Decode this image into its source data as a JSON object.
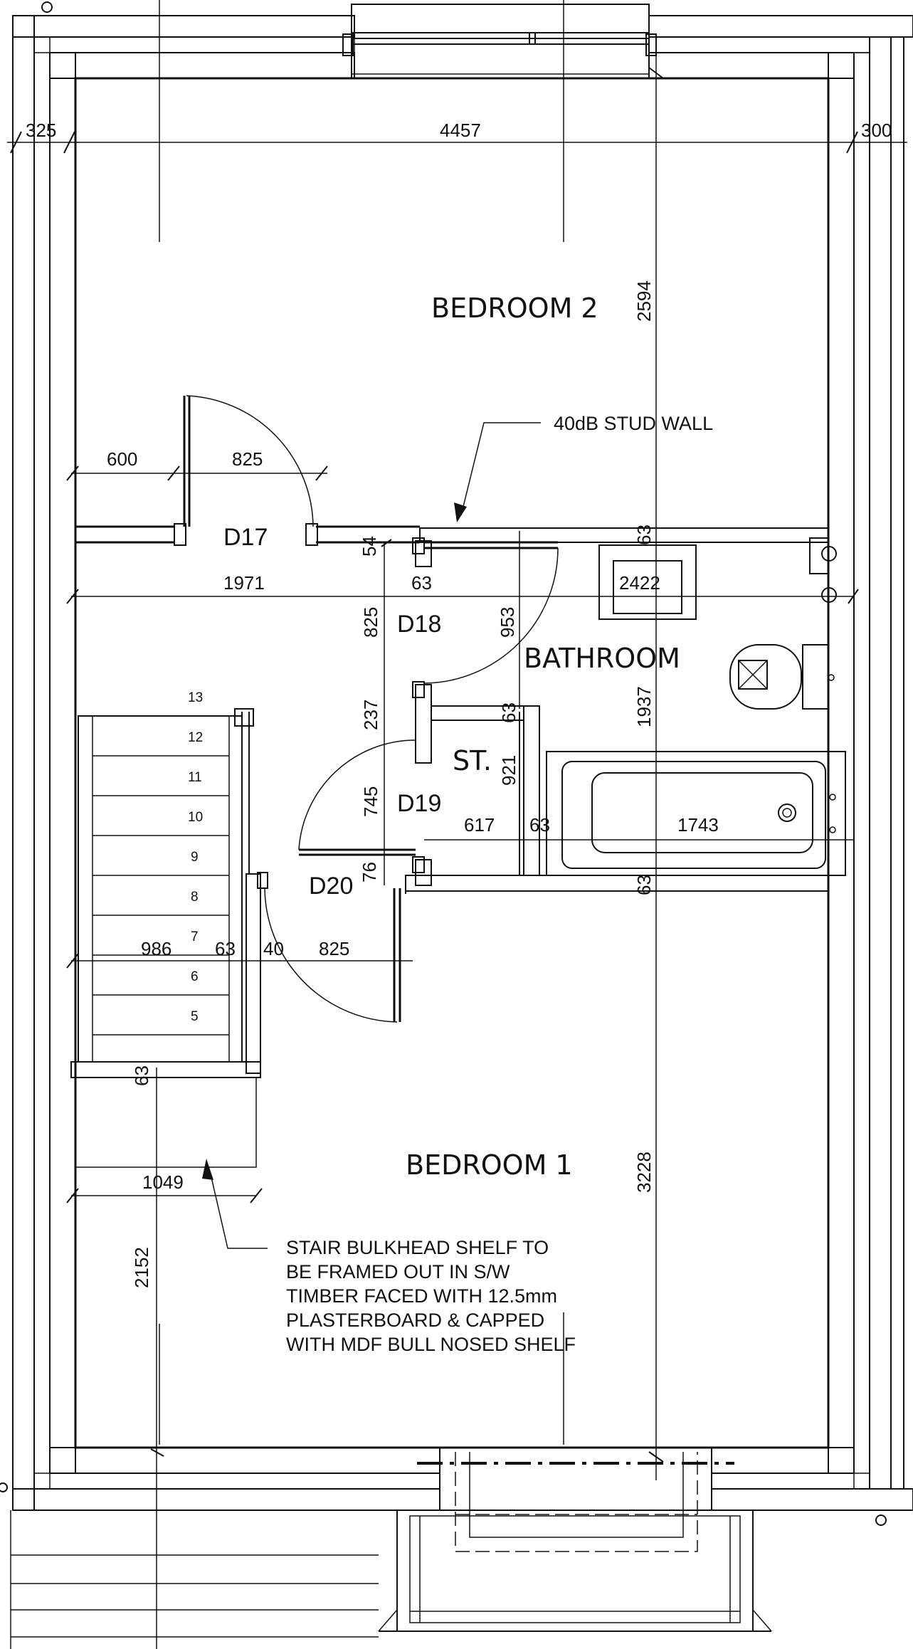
{
  "rooms": {
    "bedroom_2": "BEDROOM 2",
    "bedroom_1": "BEDROOM 1",
    "bathroom": "BATHROOM",
    "store": "ST."
  },
  "doors": {
    "d17": "D17",
    "d18": "D18",
    "d19": "D19",
    "d20": "D20"
  },
  "dimensions": {
    "d325": "325",
    "d4457": "4457",
    "d300": "300",
    "d2594": "2594",
    "d600": "600",
    "d825_top": "825",
    "d54": "54",
    "d63_top": "63",
    "d1971": "1971",
    "d63_d18": "63",
    "d2422": "2422",
    "d825_v": "825",
    "d953": "953",
    "d1937": "1937",
    "d237": "237",
    "d63_st": "63",
    "d745": "745",
    "d921": "921",
    "d617": "617",
    "d63_bath": "63",
    "d1743": "1743",
    "d76": "76",
    "d63_mid": "63",
    "d986": "986",
    "d63_stair": "63",
    "d40": "40",
    "d825_bot": "825",
    "d63_lower": "63",
    "d1049": "1049",
    "d3228": "3228",
    "d2152": "2152"
  },
  "stair_steps": [
    "13",
    "12",
    "11",
    "10",
    "9",
    "8",
    "7",
    "6",
    "5"
  ],
  "annotations": {
    "stud_wall": "40dB STUD WALL",
    "shelf_note": [
      "STAIR BULKHEAD SHELF TO",
      "BE FRAMED OUT IN S/W",
      "TIMBER FACED WITH 12.5mm",
      "PLASTERBOARD & CAPPED",
      "WITH MDF BULL NOSED SHELF"
    ]
  }
}
